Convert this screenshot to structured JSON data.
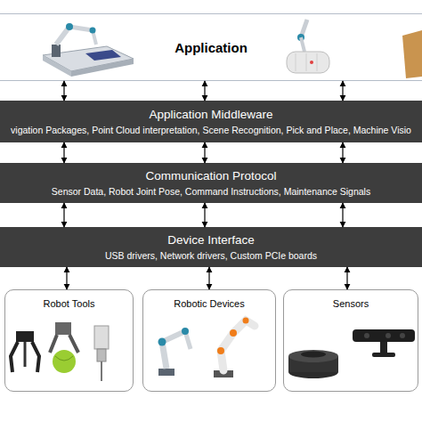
{
  "diagram": {
    "nodes": [
      {
        "text": [
          "Application"
        ]
      },
      {
        "text": [
          "Application Middleware",
          "vigation Packages, Point Cloud interpretation, Scene Recognition, Pick and Place, Machine Visio"
        ]
      },
      {
        "text": [
          "Communication Protocol",
          "Sensor Data, Robot Joint Pose, Command Instructions, Maintenance Signals"
        ]
      },
      {
        "text": [
          "Device Interface",
          "USB drivers, Network drivers, Custom PCIe boards"
        ]
      },
      {
        "text": [
          "Robot Tools"
        ]
      },
      {
        "text": [
          "Robotic Devices"
        ]
      },
      {
        "text": [
          "Sensors"
        ]
      }
    ],
    "edges": [
      {
        "from": 0,
        "to": 1,
        "arrow": "both"
      },
      {
        "from": 0,
        "to": 1,
        "arrow": "both"
      },
      {
        "from": 0,
        "to": 1,
        "arrow": "both"
      },
      {
        "from": 1,
        "to": 2,
        "arrow": "both"
      },
      {
        "from": 1,
        "to": 2,
        "arrow": "both"
      },
      {
        "from": 1,
        "to": 2,
        "arrow": "both"
      },
      {
        "from": 2,
        "to": 3,
        "arrow": "both"
      },
      {
        "from": 2,
        "to": 3,
        "arrow": "both"
      },
      {
        "from": 2,
        "to": 3,
        "arrow": "both"
      },
      {
        "from": 3,
        "to": 4,
        "arrow": "both"
      },
      {
        "from": 3,
        "to": 5,
        "arrow": "both"
      },
      {
        "from": 3,
        "to": 6,
        "arrow": "both"
      }
    ]
  }
}
